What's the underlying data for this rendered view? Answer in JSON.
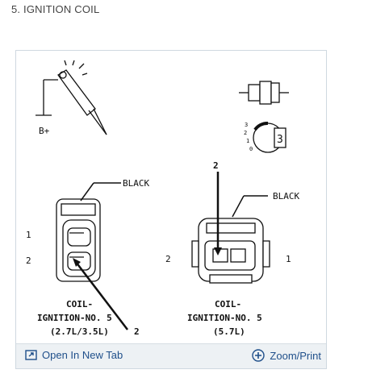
{
  "heading": "5. IGNITION COIL",
  "diagram": {
    "b_plus": "B+",
    "left": {
      "wire_color": "BLACK",
      "pin1": "1",
      "pin2": "2",
      "pin2_callout": "2",
      "caption": [
        "COIL-",
        "IGNITION-NO. 5",
        "(2.7L/3.5L)"
      ]
    },
    "right": {
      "wire_color": "BLACK",
      "pin1": "1",
      "pin2": "2",
      "pin2_callout": "2",
      "caption": [
        "COIL-",
        "IGNITION-NO. 5",
        "(5.7L)"
      ]
    },
    "key_positions": [
      "3",
      "2",
      "1",
      "0"
    ],
    "key_badge": "3"
  },
  "footer": {
    "open_label": "Open In New Tab",
    "zoom_label": "Zoom/Print"
  }
}
